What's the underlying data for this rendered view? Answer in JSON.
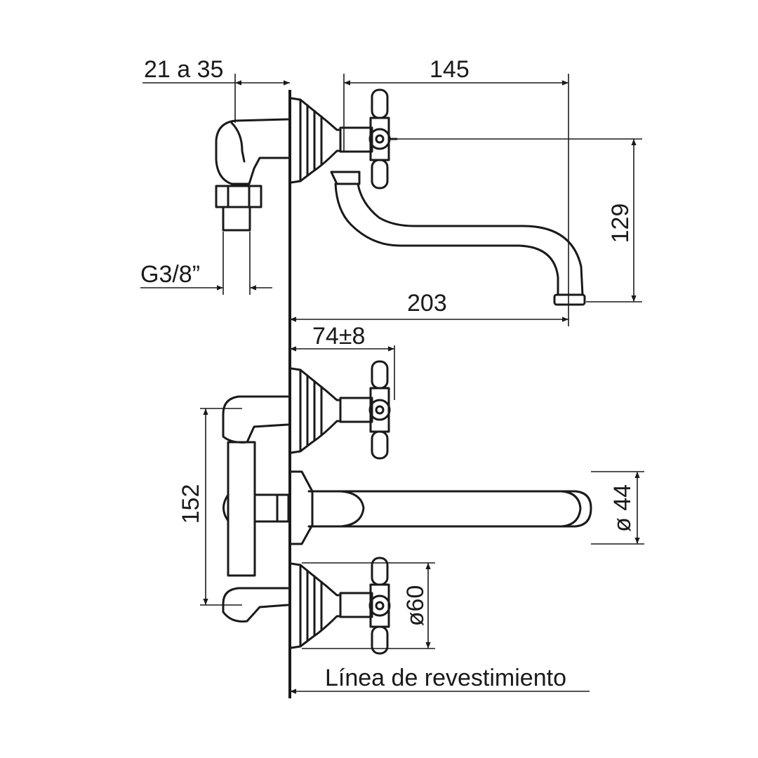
{
  "dimensions": {
    "wall_depth": "21 a 35",
    "spout_reach_top": "145",
    "spout_height": "129",
    "thread": "G3/8”",
    "spout_total": "203",
    "handle_offset": "74±8",
    "center_distance": "152",
    "spout_diameter": "ø 44",
    "flange_diameter": "ø60"
  },
  "reference": {
    "wall_line": "Línea de revestimiento"
  }
}
